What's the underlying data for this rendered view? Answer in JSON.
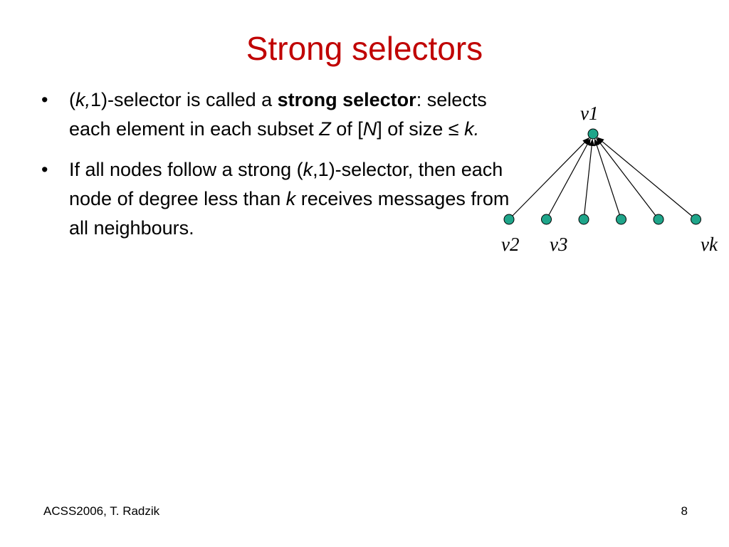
{
  "slide": {
    "title": "Strong selectors",
    "bullet_symbol": "•",
    "bullet1": {
      "open_paren": "(",
      "k": "k,",
      "rest1": "1)-selector is called a ",
      "strong": "strong selector",
      "rest2": ": selects each element in each subset ",
      "Z": "Z",
      "of": " of [",
      "N": "N",
      "rest3": "] of size ≤ ",
      "k2": "k."
    },
    "bullet2": {
      "part1": "If all nodes follow a strong (",
      "k": "k",
      "part2": ",1)-selector, then each node of degree less than  ",
      "k2": "k",
      "part3": " receives messages from all neighbours."
    }
  },
  "diagram": {
    "center_label": "v1",
    "leaf_labels": [
      "v2",
      "v3",
      "vk"
    ],
    "leaf_count": 6,
    "node_color": "#1fa58a"
  },
  "footer": {
    "left": "ACSS2006, T. Radzik",
    "page": "8"
  }
}
